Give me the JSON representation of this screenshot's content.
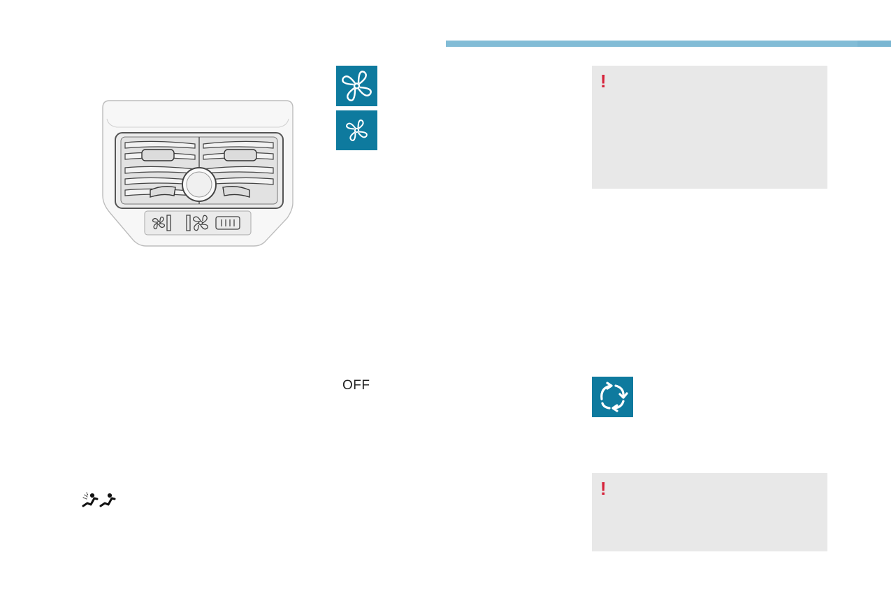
{
  "header": {
    "bar_color": "#82bcd6"
  },
  "illustration": {
    "subject": "rear-console-air-vents",
    "controls": [
      "fan-low-icon",
      "fan-high-icon",
      "blower-level-indicator"
    ]
  },
  "icons": {
    "fan_large": "fan-icon",
    "fan_small": "fan-small-icon",
    "recirculation": "recirculation-icon",
    "airflow": "airflow-distribution-icon",
    "tile_color": "#0e7a9e"
  },
  "labels": {
    "off": "OFF"
  },
  "notes": [
    {
      "mark": "!",
      "mark_color": "#d6223a",
      "text": ""
    },
    {
      "mark": "!",
      "mark_color": "#d6223a",
      "text": ""
    }
  ]
}
